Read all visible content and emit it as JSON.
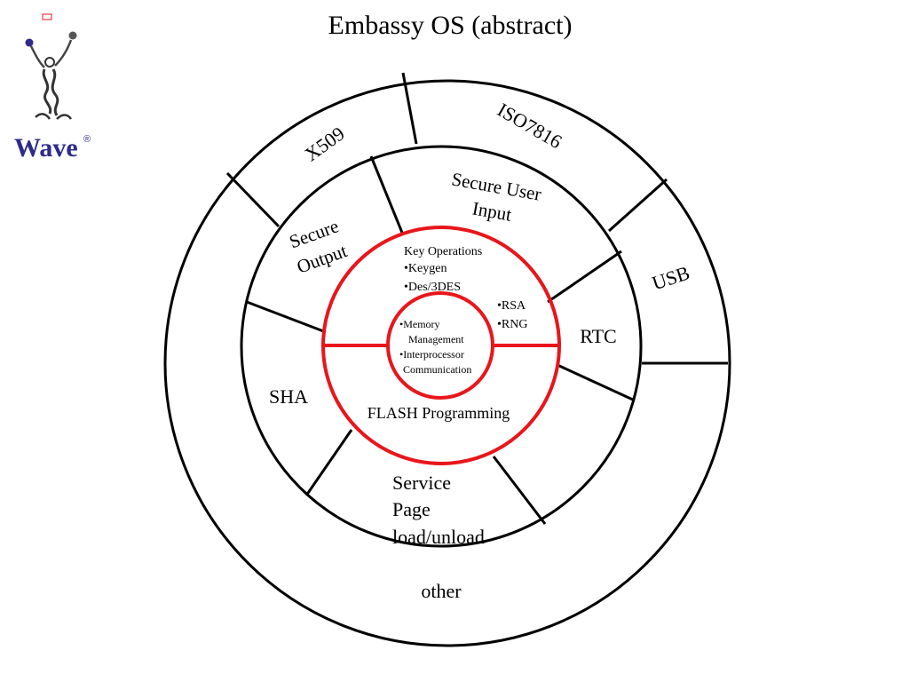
{
  "title": "Embassy OS (abstract)",
  "logo": {
    "text": "Wave",
    "mark": "®"
  },
  "colors": {
    "ring": "#000000",
    "core": "#e8161b",
    "logo_text": "#2e2a8c"
  },
  "outer_ring": {
    "x509": "X509",
    "iso7816": "ISO7816",
    "usb": "USB",
    "other": "other"
  },
  "middle_ring": {
    "secure_user_input": [
      "Secure User",
      "Input"
    ],
    "secure_output": [
      "Secure",
      "Output"
    ],
    "rtc": "RTC",
    "sha": "SHA",
    "service": [
      "Service",
      "Page",
      "load/unload"
    ]
  },
  "core": {
    "key_operations": [
      "Key Operations",
      "•Keygen",
      "•Des/3DES"
    ],
    "rsa_rng": [
      "•RSA",
      "•RNG"
    ],
    "flash": "FLASH Programming",
    "center": [
      "•Memory",
      "Management",
      "•Interprocessor",
      "Communication"
    ]
  }
}
